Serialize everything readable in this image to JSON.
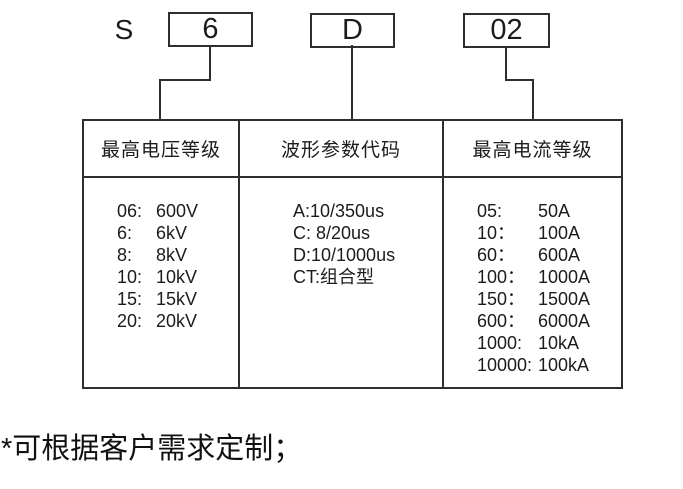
{
  "diagram": {
    "model_prefix": "S",
    "code_boxes": [
      {
        "value": "6"
      },
      {
        "value": "D"
      },
      {
        "value": "02"
      }
    ],
    "columns": [
      {
        "header": "最高电压等级",
        "rows": [
          {
            "code": "06:",
            "value": "600V"
          },
          {
            "code": "6:",
            "value": "6kV"
          },
          {
            "code": "8:",
            "value": "8kV"
          },
          {
            "code": "10:",
            "value": "10kV"
          },
          {
            "code": "15:",
            "value": "15kV"
          },
          {
            "code": "20:",
            "value": "20kV"
          }
        ]
      },
      {
        "header": "波形参数代码",
        "rows": [
          "A:10/350us",
          "C: 8/20us",
          "D:10/1000us",
          "CT:组合型"
        ]
      },
      {
        "header": "最高电流等级",
        "rows": [
          {
            "code": "05:",
            "value": "50A"
          },
          {
            "code": "10：",
            "value": "100A"
          },
          {
            "code": "60：",
            "value": "600A"
          },
          {
            "code": "100：",
            "value": "1000A"
          },
          {
            "code": "150：",
            "value": "1500A"
          },
          {
            "code": "600：",
            "value": "6000A"
          },
          {
            "code": "1000:",
            "value": "10kA"
          },
          {
            "code": "10000:",
            "value": "100kA"
          }
        ]
      }
    ],
    "note": "*可根据客户需求定制；"
  },
  "colors": {
    "background": "#ffffff",
    "line": "#2e2e2e",
    "text": "#1c1c1c"
  }
}
